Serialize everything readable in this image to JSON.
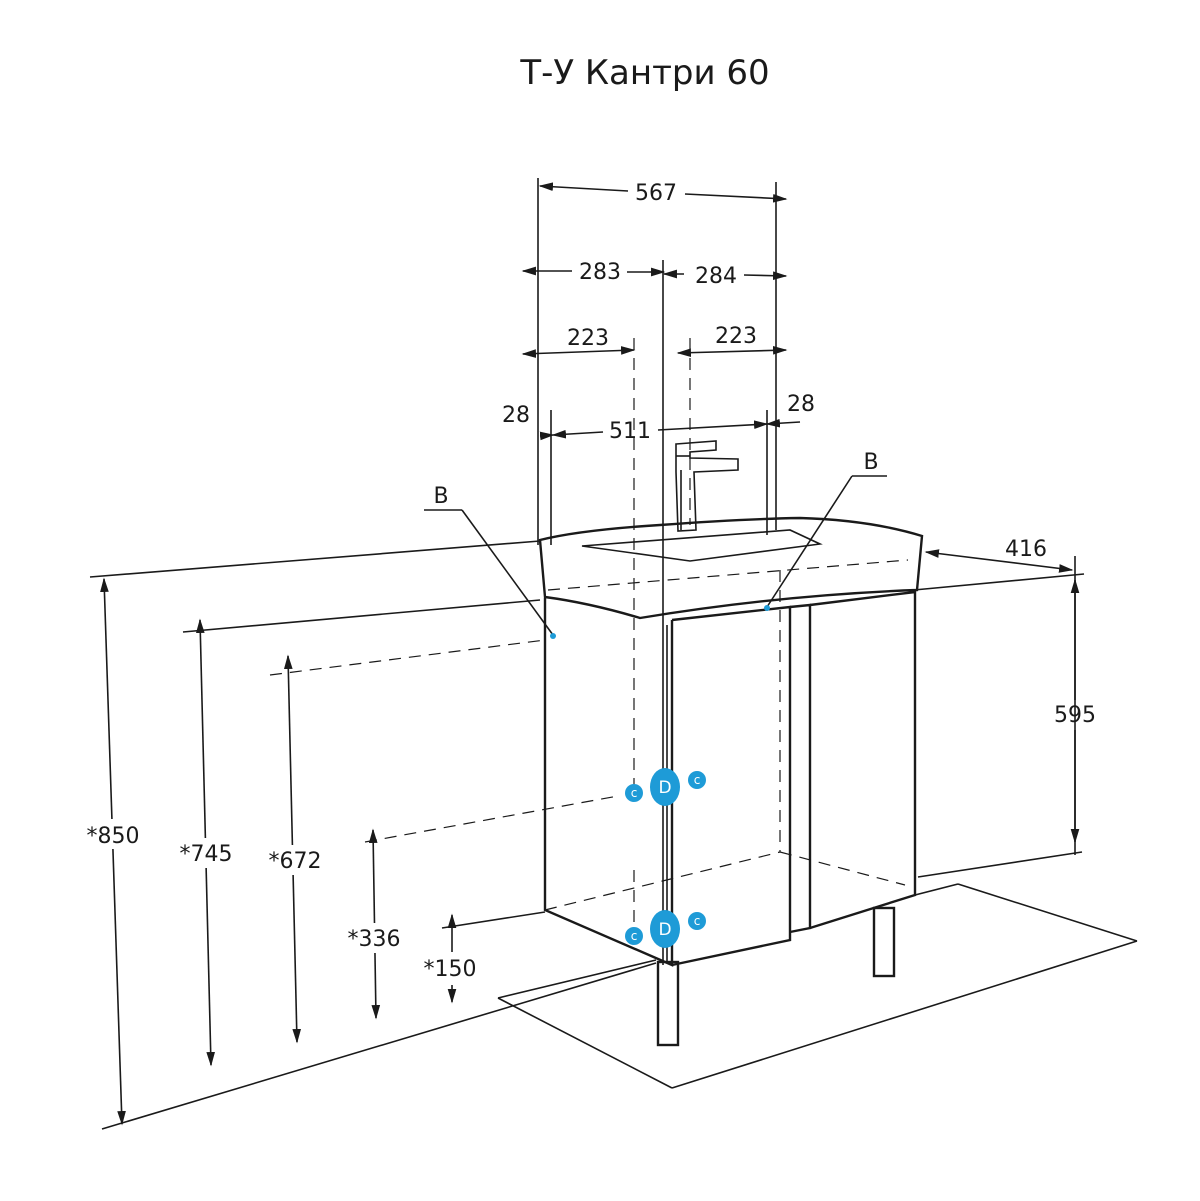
{
  "title": "Т-У Кантри 60",
  "dimensions": {
    "overall_width": "567",
    "left_half": "283",
    "right_half": "284",
    "left_inner": "223",
    "right_inner": "223",
    "left_offset": "28",
    "inner_width": "511",
    "right_offset": "28",
    "depth": "416",
    "cabinet_height": "595",
    "total_height": "*850",
    "height_745": "*745",
    "height_672": "*672",
    "height_336": "*336",
    "height_150": "*150"
  },
  "callouts": {
    "left_b": "B",
    "right_b": "B"
  },
  "markers": {
    "c": "c",
    "d": "D"
  },
  "colors": {
    "line": "#1a1a1a",
    "marker": "#1e9bd7"
  }
}
